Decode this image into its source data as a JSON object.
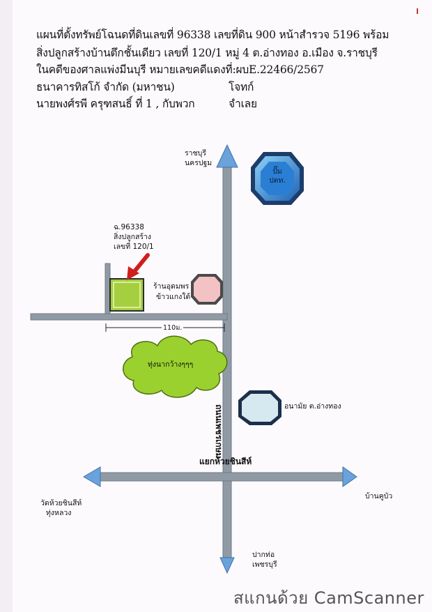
{
  "header": {
    "line1": "แผนที่ตั้งทรัพย์โฉนดที่ดินเลขที่ 96338  เลขที่ดิน 900 หน้าสำรวจ 5196 พร้อม",
    "line2": "สิ่งปลูกสร้างบ้านตึกชั้นเดียว เลขที่ 120/1 หมู่ 4    ต.อ่างทอง อ.เมือง  จ.ราชบุรี",
    "line3": "ในคดีของศาลแพ่งมีนบุรี หมายเลขคดีแดงที่:ผบE.22466/2567",
    "line4_left": "ธนาคารทิสโก้ จำกัด (มหาชน)",
    "line4_right": "โจทก์",
    "line5_left": "นายพงศ์รพี ครุฑสนธิ์ ที่ 1 , กับพวก",
    "line5_right": "จำเลย"
  },
  "map": {
    "north_destination_1": "ราชบุรี",
    "north_destination_2": "นครปฐม",
    "gas_station": "ปั๊ม\nปตท.",
    "property_label_1": "ฉ.96338",
    "property_label_2": "สิ่งปลูกสร้าง",
    "property_label_3": "เลขที่ 120/1",
    "restaurant_1": "ร้านอุดมพร",
    "restaurant_2": "ข้าวแกงใต้",
    "distance": "110ม.",
    "field": "ทุ่งนากว้างๆๆๆ",
    "main_road": "ถนนเพชรเกษม",
    "health_center": "อนามัย ต.อ่างทอง",
    "intersection": "แยกห้วยชินสีห์",
    "west_destination_1": "วัดห้วยชินสีห์",
    "west_destination_2": "ทุ่งหลวง",
    "east_destination": "บ้านคูบัว",
    "south_destination_1": "ปากท่อ",
    "south_destination_2": "เพชรบุรี"
  },
  "footer": {
    "scanner_text": "สแกนด้วย CamScanner"
  },
  "colors": {
    "road": "#8f9aa5",
    "road_edge": "#6f7a85",
    "arrow_blue": "#6aa2dc",
    "property_green": "#a6cf3f",
    "gas_blue": "#3b86d6",
    "restaurant_pink": "#f3c2c4",
    "health_blue": "#d6e8f0",
    "field_green": "#9ad12e",
    "pointer_red": "#d01e1e"
  }
}
